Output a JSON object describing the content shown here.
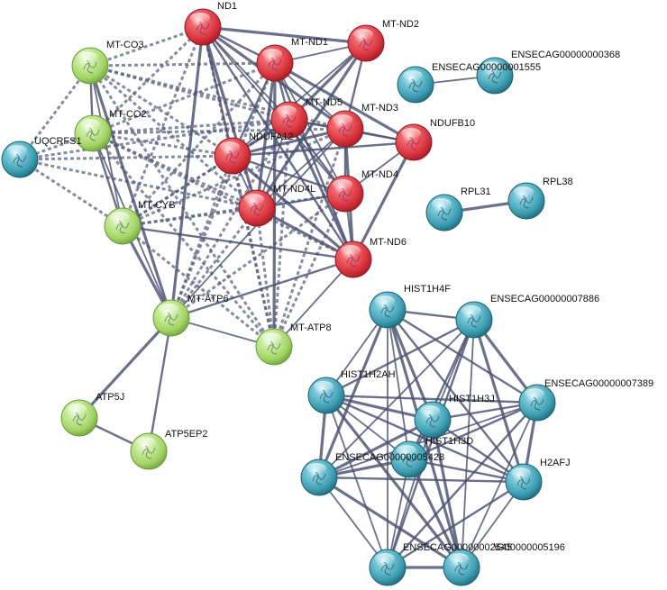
{
  "colors": {
    "red": "#d9343e",
    "green": "#a8d86a",
    "teal": "#3f9fb3",
    "edge": "#4a5270",
    "background": "#ffffff"
  },
  "nodes": [
    {
      "id": "ND1",
      "label": "ND1",
      "color": "red"
    },
    {
      "id": "MT-ND2",
      "label": "MT-ND2",
      "color": "red"
    },
    {
      "id": "MT-ND1",
      "label": "MT-ND1",
      "color": "red"
    },
    {
      "id": "MT-ND5",
      "label": "MT-ND5",
      "color": "red"
    },
    {
      "id": "MT-ND3",
      "label": "MT-ND3",
      "color": "red"
    },
    {
      "id": "NDUFB10",
      "label": "NDUFB10",
      "color": "red"
    },
    {
      "id": "NDUFA12",
      "label": "NDUFA12",
      "color": "red"
    },
    {
      "id": "MT-ND4",
      "label": "MT-ND4",
      "color": "red"
    },
    {
      "id": "MT-ND4L",
      "label": "MT-ND4L",
      "color": "red"
    },
    {
      "id": "MT-ND6",
      "label": "MT-ND6",
      "color": "red"
    },
    {
      "id": "MT-CO3",
      "label": "MT-CO3",
      "color": "green"
    },
    {
      "id": "MT-CO2",
      "label": "MT-CO2",
      "color": "green"
    },
    {
      "id": "MT-CYB",
      "label": "MT-CYB",
      "color": "green"
    },
    {
      "id": "MT-ATP6",
      "label": "MT-ATP6",
      "color": "green"
    },
    {
      "id": "MT-ATP8",
      "label": "MT-ATP8",
      "color": "green"
    },
    {
      "id": "ATP5J",
      "label": "ATP5J",
      "color": "green"
    },
    {
      "id": "ATP5EP2",
      "label": "ATP5EP2",
      "color": "green"
    },
    {
      "id": "UQCRFS1",
      "label": "UQCRFS1",
      "color": "teal"
    },
    {
      "id": "ENSECAG00000001555",
      "label": "ENSECAG00000001555",
      "color": "teal"
    },
    {
      "id": "ENSECAG00000000368",
      "label": "ENSECAG00000000368",
      "color": "teal"
    },
    {
      "id": "RPL31",
      "label": "RPL31",
      "color": "teal"
    },
    {
      "id": "RPL38",
      "label": "RPL38",
      "color": "teal"
    },
    {
      "id": "HIST1H4F",
      "label": "HIST1H4F",
      "color": "teal"
    },
    {
      "id": "ENSECAG00000007886",
      "label": "ENSECAG00000007886",
      "color": "teal"
    },
    {
      "id": "HIST1H2AH",
      "label": "HIST1H2AH",
      "color": "teal"
    },
    {
      "id": "HIST1H3J",
      "label": "HIST1H3J",
      "color": "teal"
    },
    {
      "id": "ENSECAG00000007389",
      "label": "ENSECAG00000007389",
      "color": "teal"
    },
    {
      "id": "HIST1H3D",
      "label": "HIST1H3D",
      "color": "teal"
    },
    {
      "id": "ENSECAG00000005428",
      "label": "ENSECAG00000005428",
      "color": "teal"
    },
    {
      "id": "H2AFJ",
      "label": "H2AFJ",
      "color": "teal"
    },
    {
      "id": "ENSECAG00000002545",
      "label": "ENSECAG00000002545",
      "color": "teal"
    },
    {
      "id": "ENSECAG00000005196",
      "label": "\\G00000005196",
      "color": "teal"
    }
  ],
  "edges_solid": [
    [
      "ND1",
      "MT-ND2"
    ],
    [
      "ND1",
      "MT-ND1"
    ],
    [
      "ND1",
      "MT-ND5"
    ],
    [
      "ND1",
      "MT-ND3"
    ],
    [
      "ND1",
      "NDUFA12"
    ],
    [
      "ND1",
      "MT-ND4"
    ],
    [
      "ND1",
      "MT-ND4L"
    ],
    [
      "ND1",
      "MT-ND6"
    ],
    [
      "MT-ND2",
      "MT-ND1"
    ],
    [
      "MT-ND2",
      "MT-ND5"
    ],
    [
      "MT-ND2",
      "MT-ND3"
    ],
    [
      "MT-ND2",
      "NDUFA12"
    ],
    [
      "MT-ND2",
      "MT-ND4L"
    ],
    [
      "MT-ND1",
      "MT-ND5"
    ],
    [
      "MT-ND1",
      "MT-ND3"
    ],
    [
      "MT-ND1",
      "NDUFB10"
    ],
    [
      "MT-ND1",
      "NDUFA12"
    ],
    [
      "MT-ND1",
      "MT-ND4"
    ],
    [
      "MT-ND1",
      "MT-ND4L"
    ],
    [
      "MT-ND1",
      "MT-ND6"
    ],
    [
      "MT-ND5",
      "MT-ND3"
    ],
    [
      "MT-ND5",
      "NDUFA12"
    ],
    [
      "MT-ND5",
      "MT-ND4"
    ],
    [
      "MT-ND5",
      "MT-ND4L"
    ],
    [
      "MT-ND5",
      "MT-ND6"
    ],
    [
      "MT-ND5",
      "NDUFB10"
    ],
    [
      "MT-ND3",
      "NDUFB10"
    ],
    [
      "MT-ND3",
      "NDUFA12"
    ],
    [
      "MT-ND3",
      "MT-ND4"
    ],
    [
      "MT-ND3",
      "MT-ND4L"
    ],
    [
      "MT-ND3",
      "MT-ND6"
    ],
    [
      "NDUFB10",
      "NDUFA12"
    ],
    [
      "NDUFB10",
      "MT-ND4"
    ],
    [
      "NDUFB10",
      "MT-ND6"
    ],
    [
      "NDUFA12",
      "MT-ND4"
    ],
    [
      "NDUFA12",
      "MT-ND4L"
    ],
    [
      "NDUFA12",
      "MT-ND6"
    ],
    [
      "MT-ND4",
      "MT-ND4L"
    ],
    [
      "MT-ND4",
      "MT-ND6"
    ],
    [
      "MT-ND4L",
      "MT-ND6"
    ],
    [
      "MT-CO3",
      "MT-CO2"
    ],
    [
      "MT-CO3",
      "MT-CYB"
    ],
    [
      "MT-CO3",
      "MT-ATP6"
    ],
    [
      "MT-CO2",
      "MT-CYB"
    ],
    [
      "MT-CO2",
      "MT-ATP6"
    ],
    [
      "MT-CYB",
      "MT-ATP6"
    ],
    [
      "MT-CYB",
      "MT-ND6"
    ],
    [
      "MT-ATP6",
      "MT-ATP8"
    ],
    [
      "MT-ATP6",
      "ATP5J"
    ],
    [
      "MT-ATP6",
      "ATP5EP2"
    ],
    [
      "MT-ATP6",
      "MT-ND3"
    ],
    [
      "MT-ATP6",
      "ND1"
    ],
    [
      "MT-ATP6",
      "MT-ND6"
    ],
    [
      "MT-ATP8",
      "MT-ND6"
    ],
    [
      "MT-ATP8",
      "MT-ND1"
    ],
    [
      "ATP5J",
      "ATP5EP2"
    ],
    [
      "ENSECAG00000001555",
      "ENSECAG00000000368"
    ],
    [
      "RPL31",
      "RPL38"
    ],
    [
      "HIST1H4F",
      "ENSECAG00000007886"
    ],
    [
      "HIST1H4F",
      "HIST1H2AH"
    ],
    [
      "HIST1H4F",
      "HIST1H3J"
    ],
    [
      "HIST1H4F",
      "ENSECAG00000007389"
    ],
    [
      "HIST1H4F",
      "HIST1H3D"
    ],
    [
      "HIST1H4F",
      "ENSECAG00000005428"
    ],
    [
      "HIST1H4F",
      "H2AFJ"
    ],
    [
      "HIST1H4F",
      "ENSECAG00000002545"
    ],
    [
      "HIST1H4F",
      "ENSECAG00000005196"
    ],
    [
      "ENSECAG00000007886",
      "HIST1H2AH"
    ],
    [
      "ENSECAG00000007886",
      "HIST1H3J"
    ],
    [
      "ENSECAG00000007886",
      "ENSECAG00000007389"
    ],
    [
      "ENSECAG00000007886",
      "HIST1H3D"
    ],
    [
      "ENSECAG00000007886",
      "ENSECAG00000005428"
    ],
    [
      "ENSECAG00000007886",
      "H2AFJ"
    ],
    [
      "ENSECAG00000007886",
      "ENSECAG00000002545"
    ],
    [
      "ENSECAG00000007886",
      "ENSECAG00000005196"
    ],
    [
      "HIST1H2AH",
      "HIST1H3J"
    ],
    [
      "HIST1H2AH",
      "ENSECAG00000007389"
    ],
    [
      "HIST1H2AH",
      "HIST1H3D"
    ],
    [
      "HIST1H2AH",
      "ENSECAG00000005428"
    ],
    [
      "HIST1H2AH",
      "H2AFJ"
    ],
    [
      "HIST1H2AH",
      "ENSECAG00000002545"
    ],
    [
      "HIST1H2AH",
      "ENSECAG00000005196"
    ],
    [
      "HIST1H3J",
      "ENSECAG00000007389"
    ],
    [
      "HIST1H3J",
      "HIST1H3D"
    ],
    [
      "HIST1H3J",
      "ENSECAG00000005428"
    ],
    [
      "HIST1H3J",
      "H2AFJ"
    ],
    [
      "HIST1H3J",
      "ENSECAG00000002545"
    ],
    [
      "HIST1H3J",
      "ENSECAG00000005196"
    ],
    [
      "ENSECAG00000007389",
      "HIST1H3D"
    ],
    [
      "ENSECAG00000007389",
      "ENSECAG00000005428"
    ],
    [
      "ENSECAG00000007389",
      "H2AFJ"
    ],
    [
      "ENSECAG00000007389",
      "ENSECAG00000002545"
    ],
    [
      "ENSECAG00000007389",
      "ENSECAG00000005196"
    ],
    [
      "HIST1H3D",
      "ENSECAG00000005428"
    ],
    [
      "HIST1H3D",
      "H2AFJ"
    ],
    [
      "HIST1H3D",
      "ENSECAG00000002545"
    ],
    [
      "HIST1H3D",
      "ENSECAG00000005196"
    ],
    [
      "ENSECAG00000005428",
      "H2AFJ"
    ],
    [
      "ENSECAG00000005428",
      "ENSECAG00000002545"
    ],
    [
      "ENSECAG00000005428",
      "ENSECAG00000005196"
    ],
    [
      "H2AFJ",
      "ENSECAG00000002545"
    ],
    [
      "H2AFJ",
      "ENSECAG00000005196"
    ],
    [
      "ENSECAG00000002545",
      "ENSECAG00000005196"
    ]
  ],
  "edges_dashed": [
    [
      "MT-CO3",
      "ND1"
    ],
    [
      "MT-CO3",
      "MT-ND1"
    ],
    [
      "MT-CO3",
      "MT-ND5"
    ],
    [
      "MT-CO3",
      "NDUFA12"
    ],
    [
      "MT-CO3",
      "MT-ND4L"
    ],
    [
      "MT-CO3",
      "MT-ND3"
    ],
    [
      "MT-CO3",
      "UQCRFS1"
    ],
    [
      "MT-CO2",
      "ND1"
    ],
    [
      "MT-CO2",
      "MT-ND1"
    ],
    [
      "MT-CO2",
      "MT-ND5"
    ],
    [
      "MT-CO2",
      "MT-ND3"
    ],
    [
      "MT-CO2",
      "NDUFA12"
    ],
    [
      "MT-CO2",
      "MT-ND4L"
    ],
    [
      "MT-CO2",
      "UQCRFS1"
    ],
    [
      "MT-CO2",
      "MT-ND6"
    ],
    [
      "UQCRFS1",
      "MT-CYB"
    ],
    [
      "UQCRFS1",
      "NDUFA12"
    ],
    [
      "UQCRFS1",
      "MT-ND4L"
    ],
    [
      "UQCRFS1",
      "MT-ND5"
    ],
    [
      "MT-CYB",
      "ND1"
    ],
    [
      "MT-CYB",
      "MT-ND1"
    ],
    [
      "MT-CYB",
      "MT-ND5"
    ],
    [
      "MT-CYB",
      "MT-ND3"
    ],
    [
      "MT-CYB",
      "NDUFA12"
    ],
    [
      "MT-CYB",
      "MT-ND4L"
    ],
    [
      "MT-CYB",
      "MT-ND4"
    ],
    [
      "MT-CYB",
      "MT-ATP8"
    ],
    [
      "MT-ATP6",
      "MT-ND1"
    ],
    [
      "MT-ATP6",
      "MT-ND5"
    ],
    [
      "MT-ATP6",
      "NDUFA12"
    ],
    [
      "MT-ATP6",
      "MT-ND4L"
    ],
    [
      "MT-ATP6",
      "MT-ND4"
    ],
    [
      "MT-ATP8",
      "ND1"
    ],
    [
      "MT-ATP8",
      "MT-ND5"
    ],
    [
      "MT-ATP8",
      "NDUFA12"
    ],
    [
      "MT-ATP8",
      "MT-ND4L"
    ],
    [
      "MT-ATP8",
      "MT-ND3"
    ],
    [
      "MT-ATP8",
      "MT-ND4"
    ],
    [
      "MT-ATP8",
      "MT-CO3"
    ],
    [
      "MT-ATP8",
      "MT-CO2"
    ]
  ]
}
